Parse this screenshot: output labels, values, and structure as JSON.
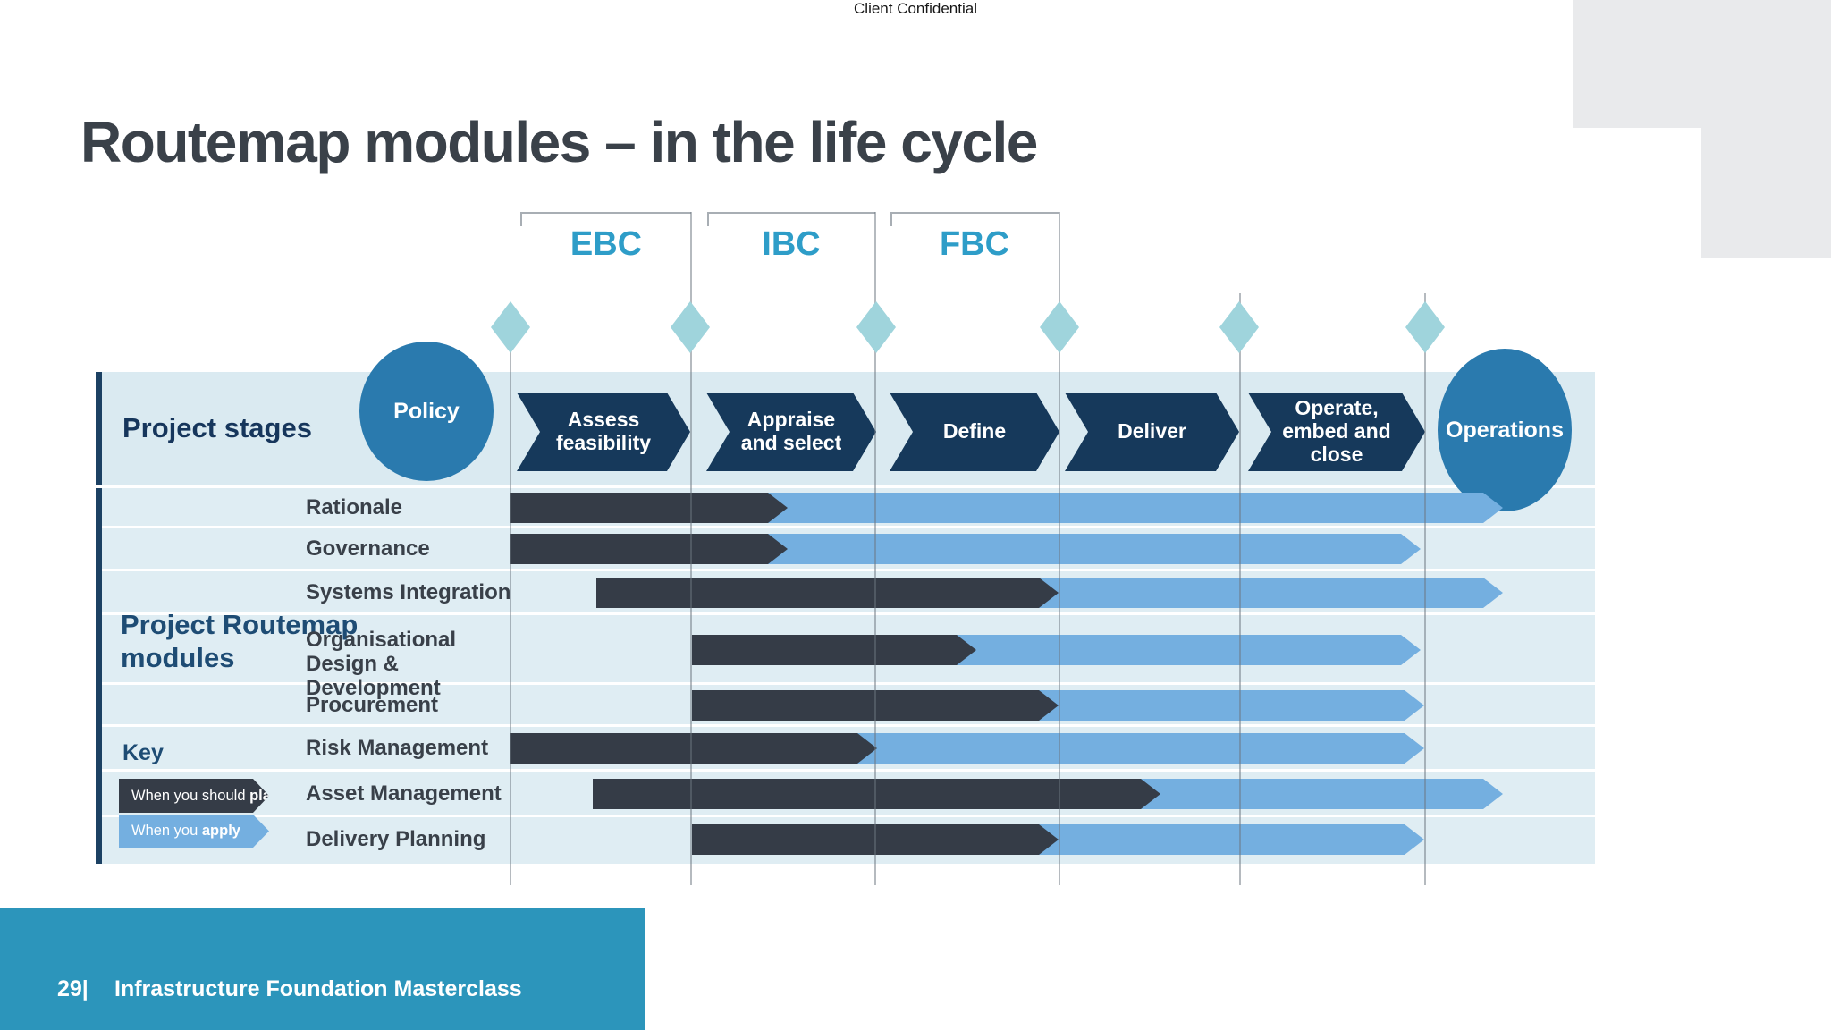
{
  "confidential": "Client Confidential",
  "title": "Routemap modules – in the life cycle",
  "gates": [
    "EBC",
    "IBC",
    "FBC"
  ],
  "stages": {
    "header": "Project stages",
    "start_circle": "Policy",
    "end_circle": "Operations",
    "arrows": [
      "Assess feasibility",
      "Appraise and select",
      "Define",
      "Deliver",
      "Operate, embed and close"
    ]
  },
  "modules": {
    "header": "Project Routemap modules",
    "key": {
      "title": "Key",
      "plan": {
        "prefix": "When you should ",
        "bold": "plan"
      },
      "apply": {
        "prefix": "When you ",
        "bold": "apply"
      }
    },
    "rows": [
      {
        "label": "Rationale"
      },
      {
        "label": "Governance"
      },
      {
        "label": "Systems Integration"
      },
      {
        "label": "Organisational Design & Development"
      },
      {
        "label": "Procurement"
      },
      {
        "label": "Risk Management"
      },
      {
        "label": "Asset Management"
      },
      {
        "label": "Delivery Planning"
      }
    ]
  },
  "footer": {
    "page": "29|",
    "text": "Infrastructure Foundation Masterclass"
  },
  "colors": {
    "gate_label": "#2e9dc8",
    "diamond": "#9fd4dc",
    "band_bg": "#daeaf1",
    "panel_bg": "#dfedf3",
    "accent_navy": "#1c4163",
    "stage_arrow_navy": "#16395b",
    "circle_blue": "#2a7aae",
    "plan_bar_dark": "#353c47",
    "apply_bar_light": "#74afe0",
    "footer_teal": "#2c95bb",
    "title_text": "#3a4149",
    "navy_text": "#1e4c74"
  },
  "chart_data": {
    "type": "gantt-routemap",
    "column_unit_note": "columns 0-5 are the six diamond gate/stage boundaries from Assess feasibility start to Operations",
    "rows": [
      {
        "label": "Rationale",
        "plan": [
          0,
          1.52
        ],
        "apply": [
          1.52,
          5.43
        ]
      },
      {
        "label": "Governance",
        "plan": [
          0,
          1.52
        ],
        "apply": [
          1.52,
          4.98
        ]
      },
      {
        "label": "Systems Integration",
        "plan": [
          0.47,
          3.0
        ],
        "apply": [
          3.0,
          5.43
        ]
      },
      {
        "label": "Organisational Design & Development",
        "plan": [
          1.0,
          2.55
        ],
        "apply": [
          2.55,
          4.98
        ]
      },
      {
        "label": "Procurement",
        "plan": [
          1.0,
          3.0
        ],
        "apply": [
          3.0,
          5.0
        ]
      },
      {
        "label": "Risk Management",
        "plan": [
          0,
          2.0
        ],
        "apply": [
          2.0,
          5.0
        ]
      },
      {
        "label": "Asset Management",
        "plan": [
          0.45,
          3.55
        ],
        "apply": [
          3.55,
          5.43
        ]
      },
      {
        "label": "Delivery Planning",
        "plan": [
          1.0,
          3.0
        ],
        "apply": [
          3.0,
          5.0
        ]
      }
    ]
  }
}
